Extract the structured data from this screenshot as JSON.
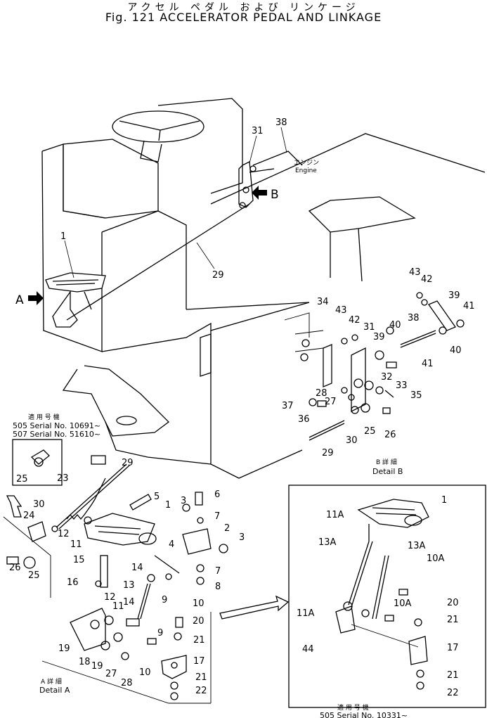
{
  "title_jp": "アクセル ペダル および リンケージ",
  "title_en": "Fig. 121 ACCELERATOR PEDAL AND LINKAGE",
  "main_view": {
    "engine_jp": "エンジン",
    "engine_en": "Engine",
    "arrow_a": "A",
    "arrow_b": "B",
    "callouts": [
      "1",
      "29",
      "31",
      "38"
    ]
  },
  "detail_b": {
    "label_jp": "B 詳 細",
    "label_en": "Detail B",
    "callouts": [
      "43",
      "42",
      "39",
      "41",
      "34",
      "43",
      "42",
      "31",
      "40",
      "38",
      "39",
      "40",
      "41",
      "32",
      "33",
      "35",
      "28",
      "27",
      "37",
      "36",
      "25",
      "26",
      "30",
      "29"
    ]
  },
  "serial_note": {
    "heading_jp": "適 用 号 機",
    "line1": "505 Serial No. 10691~",
    "line2": "507 Serial No. 51610~",
    "callout": "25"
  },
  "detail_a": {
    "label_jp": "A 詳 細",
    "label_en": "Detail A",
    "callouts": [
      "29",
      "23",
      "30",
      "24",
      "12",
      "11",
      "5",
      "1",
      "3",
      "6",
      "7",
      "2",
      "3",
      "4",
      "26",
      "25",
      "15",
      "16",
      "14",
      "13",
      "9",
      "7",
      "8",
      "10",
      "12",
      "11",
      "14",
      "9",
      "20",
      "21",
      "19",
      "18",
      "19",
      "27",
      "28",
      "10",
      "17",
      "21",
      "22"
    ]
  },
  "detail_c": {
    "heading_jp": "適 用 号 機",
    "serial": "505 Serial No. 10331~",
    "callouts": [
      "1",
      "11A",
      "13A",
      "13A",
      "10A",
      "11A",
      "10A",
      "20",
      "21",
      "44",
      "17",
      "21",
      "22"
    ]
  }
}
